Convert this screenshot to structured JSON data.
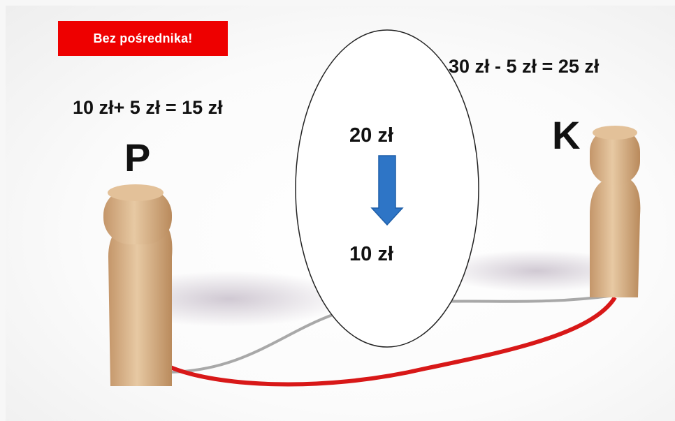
{
  "slide": {
    "badge": "Bez pośrednika!",
    "left_equation": "10 zł+ 5 zł = 15 zł",
    "right_equation": "30 zł - 5 zł = 25 zł",
    "left_person": "P",
    "right_person": "K",
    "price_before": "20 zł",
    "price_after": "10 zł"
  },
  "colors": {
    "badge": "#ee0000",
    "arrow": "#2e75c6",
    "red_line": "#d81818",
    "grey_line": "#a8a8a8",
    "wood": "#d9b48a"
  },
  "icons": {
    "arrow": "arrow-down-icon"
  }
}
